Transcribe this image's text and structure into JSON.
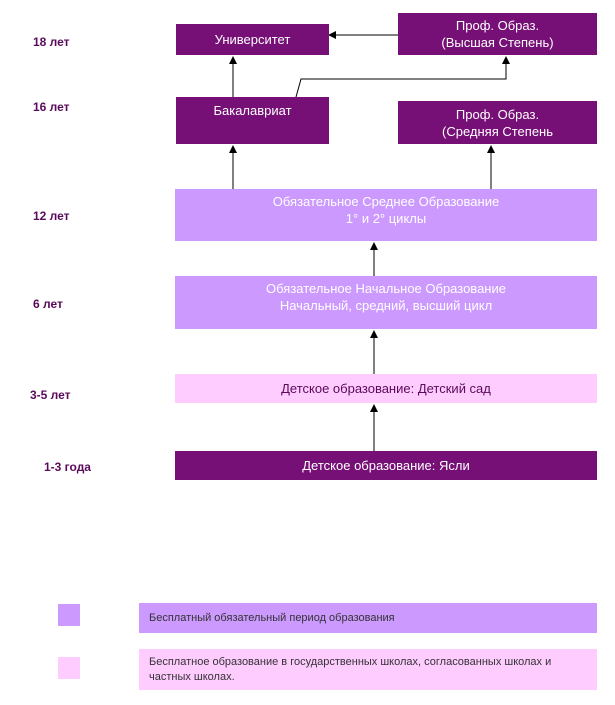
{
  "ages": {
    "age_18": "18 лет",
    "age_16": "16 лет",
    "age_12": "12 лет",
    "age_6": "6 лет",
    "age_3_5": "3-5 лет",
    "age_1_3": "1-3 года"
  },
  "boxes": {
    "university": {
      "line1": "Университет"
    },
    "prof_higher": {
      "line1": "Проф. Образ.",
      "line2": "(Высшая Степень)"
    },
    "bachelor": {
      "line1": "Бакалавриат"
    },
    "prof_middle": {
      "line1": "Проф. Образ.",
      "line2": "(Средняя Степень"
    },
    "secondary": {
      "line1": "Обязательное Среднее Образование",
      "line2": "1° и 2° циклы"
    },
    "primary": {
      "line1": "Обязательное Начальное Образование",
      "line2": "Начальный, средний, высший цикл"
    },
    "kindergarten": {
      "line1": "Детское образование: Детский сад"
    },
    "nursery": {
      "line1": "Детское образование: Ясли"
    }
  },
  "legend": {
    "mandatory_free": "Бесплатный обязательный период образования",
    "free_schools": "Бесплатное образование в государственных школах, согласованных школах и частных школах."
  },
  "colors": {
    "dark_purple": "#760f76",
    "lilac": "#cc99ff",
    "light_pink": "#ffccff",
    "age_text": "#5a0a5a"
  }
}
